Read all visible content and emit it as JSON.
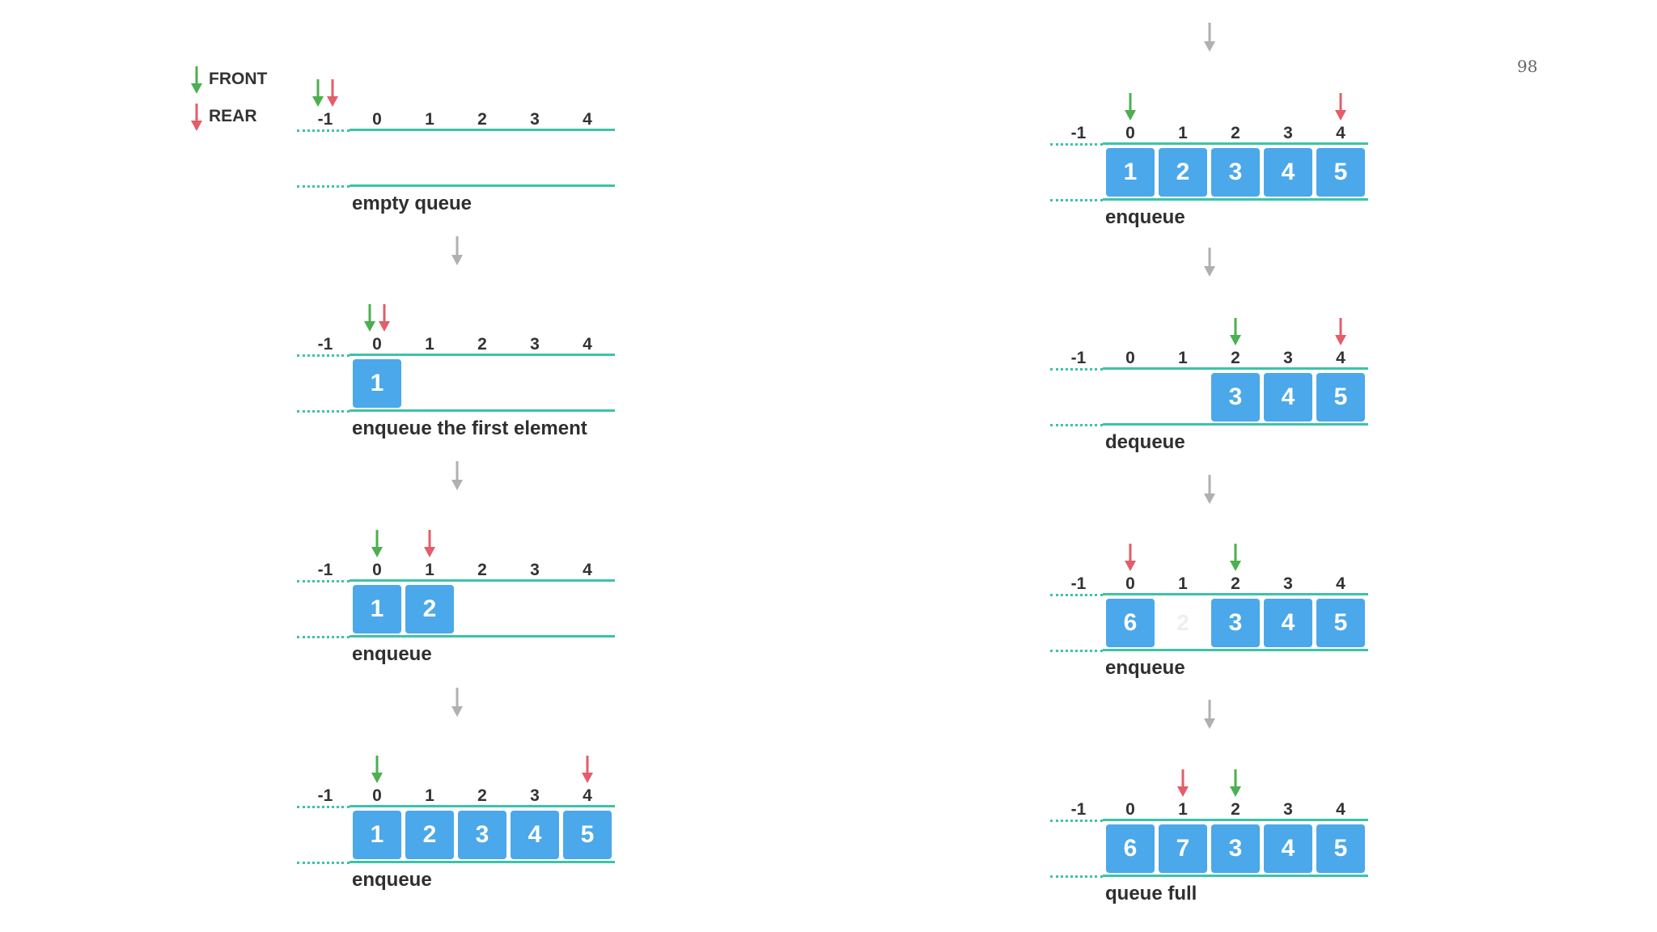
{
  "page_number": "98",
  "legend": {
    "front_label": "FRONT",
    "rear_label": "REAR",
    "front_color": "#4caf50",
    "rear_color": "#e35d6a"
  },
  "colors": {
    "cell": "#4ba8ea",
    "track": "#3cc3a8",
    "flow_arrow": "#b0b0b0"
  },
  "indices": [
    "-1",
    "0",
    "1",
    "2",
    "3",
    "4"
  ],
  "panels": [
    {
      "caption": "empty queue",
      "front": -1,
      "rear": -1,
      "cells": [
        null,
        null,
        null,
        null,
        null
      ],
      "ghost": []
    },
    {
      "caption": "enqueue the first element",
      "front": 0,
      "rear": 0,
      "cells": [
        "1",
        null,
        null,
        null,
        null
      ],
      "ghost": []
    },
    {
      "caption": "enqueue",
      "front": 0,
      "rear": 1,
      "cells": [
        "1",
        "2",
        null,
        null,
        null
      ],
      "ghost": []
    },
    {
      "caption": "enqueue",
      "front": 0,
      "rear": 4,
      "cells": [
        "1",
        "2",
        "3",
        "4",
        "5"
      ],
      "ghost": []
    },
    {
      "caption": "enqueue",
      "front": 0,
      "rear": 4,
      "cells": [
        "1",
        "2",
        "3",
        "4",
        "5"
      ],
      "ghost": []
    },
    {
      "caption": "dequeue",
      "front": 2,
      "rear": 4,
      "cells": [
        null,
        null,
        "3",
        "4",
        "5"
      ],
      "ghost": []
    },
    {
      "caption": "enqueue",
      "front": 2,
      "rear": 0,
      "cells": [
        "6",
        null,
        "3",
        "4",
        "5"
      ],
      "ghost": [
        {
          "slot": 1,
          "text": "2"
        }
      ]
    },
    {
      "caption": "queue full",
      "front": 2,
      "rear": 1,
      "cells": [
        "6",
        "7",
        "3",
        "4",
        "5"
      ],
      "ghost": []
    }
  ]
}
